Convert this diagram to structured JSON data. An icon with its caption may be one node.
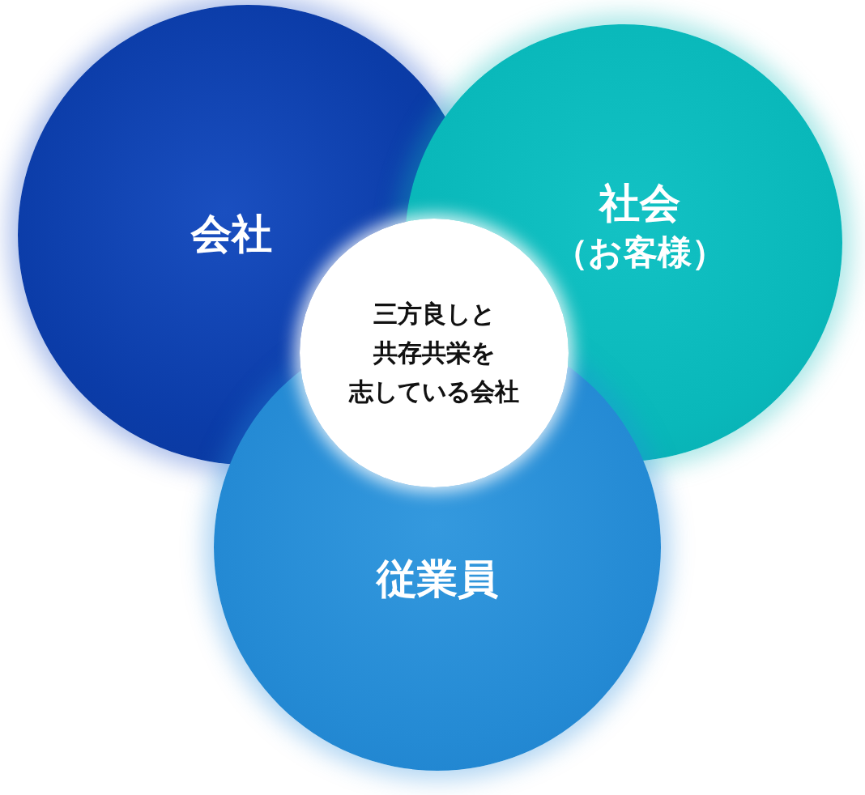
{
  "diagram": {
    "nodes": [
      {
        "text": [
          "会社"
        ]
      },
      {
        "text": [
          "社会",
          "（お客様）"
        ]
      },
      {
        "text": [
          "従業員"
        ]
      },
      {
        "text": [
          "三方良しと共存共栄を志している会社"
        ]
      }
    ]
  }
}
